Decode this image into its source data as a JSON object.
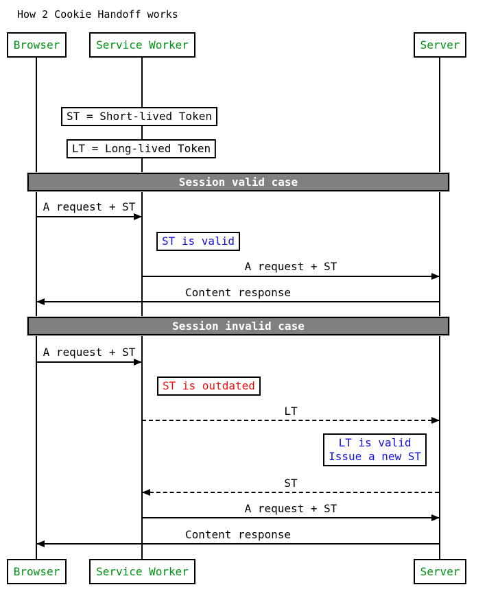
{
  "title": "How 2 Cookie Handoff works",
  "actors": {
    "browser": "Browser",
    "service_worker": "Service Worker",
    "server": "Server"
  },
  "dividers": {
    "valid": "Session valid case",
    "invalid": "Session invalid case"
  },
  "notes": {
    "st_def": "ST = Short-lived Token",
    "lt_def": "LT = Long-lived Token",
    "st_valid": "ST is valid",
    "st_outdated": "ST is outdated",
    "lt_valid": {
      "line1": "LT is valid",
      "line2": "Issue a new ST"
    }
  },
  "messages": {
    "valid_request_to_worker": "A request + ST",
    "valid_request_to_server": "A request + ST",
    "valid_response": "Content response",
    "invalid_request_to_worker": "A request + ST",
    "lt_to_server": "LT",
    "st_to_worker": "ST",
    "retry_request_to_server": "A request + ST",
    "invalid_response": "Content response"
  },
  "colors": {
    "actor_text": "#009112",
    "note_blue": "#0f0fe0",
    "note_red": "#f01111",
    "divider_bg": "#808080",
    "divider_text": "#ffffff",
    "line": "#000000"
  }
}
